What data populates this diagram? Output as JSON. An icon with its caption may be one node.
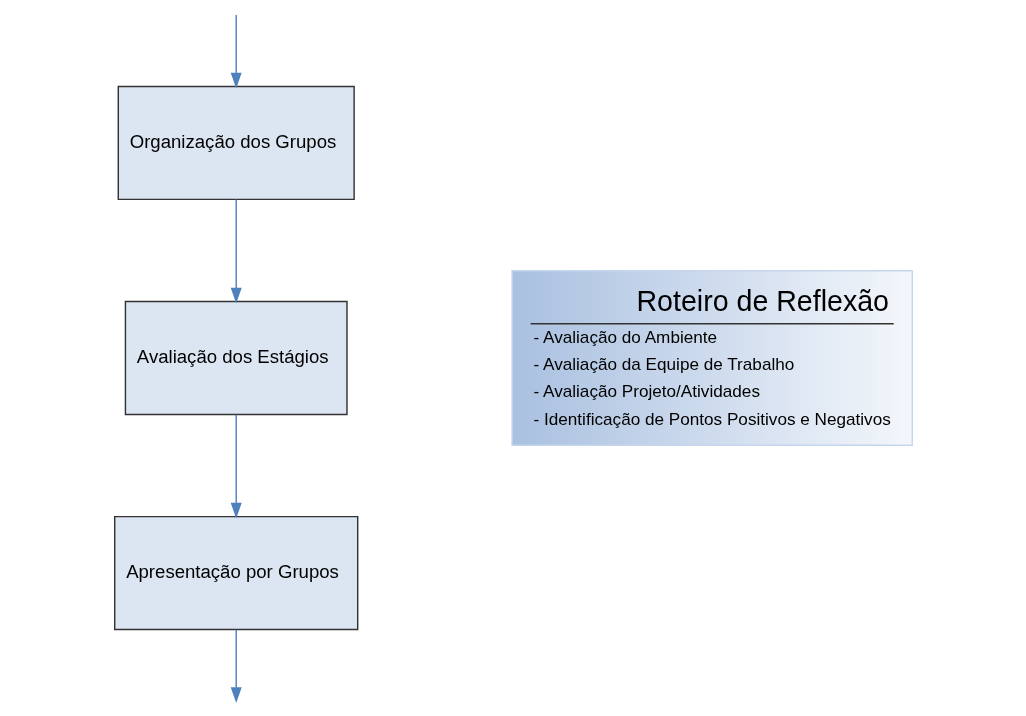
{
  "diagram": {
    "nodes": [
      {
        "text": [
          "Organização dos Grupos"
        ]
      },
      {
        "text": [
          "Avaliação dos Estágios"
        ]
      },
      {
        "text": [
          "Apresentação por Grupos"
        ]
      },
      {
        "text": [
          "Roteiro de Reflexão",
          "- Avaliação do Ambiente",
          "- Avaliação da Equipe de Trabalho",
          "- Avaliação Projeto/Atividades",
          "- Identificação de Pontos Positivos e Negativos"
        ]
      }
    ],
    "edges": [
      {
        "from": null,
        "to": 0,
        "arrow": "to"
      },
      {
        "from": 0,
        "to": 1,
        "arrow": "to"
      },
      {
        "from": 1,
        "to": 2,
        "arrow": "to"
      },
      {
        "from": 2,
        "to": null,
        "arrow": "to"
      }
    ]
  }
}
